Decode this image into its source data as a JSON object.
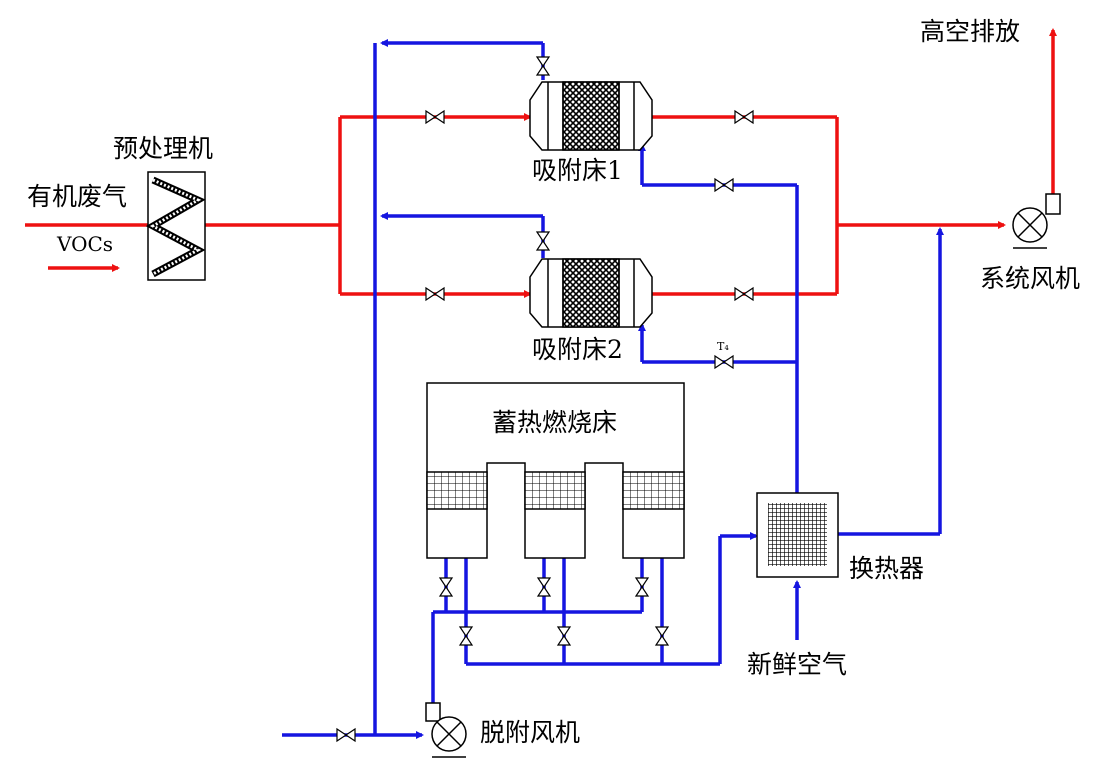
{
  "labels": {
    "pretreatment": "预处理机",
    "organic_gas": "有机废气",
    "vocs": "VOCs",
    "bed1": "吸附床1",
    "bed2": "吸附床2",
    "t4": "T₄",
    "rto": "蓄热燃烧床",
    "heat_exchanger": "换热器",
    "fresh_air": "新鲜空气",
    "desorption_fan": "脱附风机",
    "system_fan": "系统风机",
    "exhaust": "高空排放"
  },
  "colors": {
    "exhaust_line": "#ee1111",
    "desorption_line": "#1515e0",
    "outline": "#000000"
  },
  "icons": [
    "valve-icon",
    "fan-icon",
    "arrow-icon",
    "mesh-icon"
  ]
}
